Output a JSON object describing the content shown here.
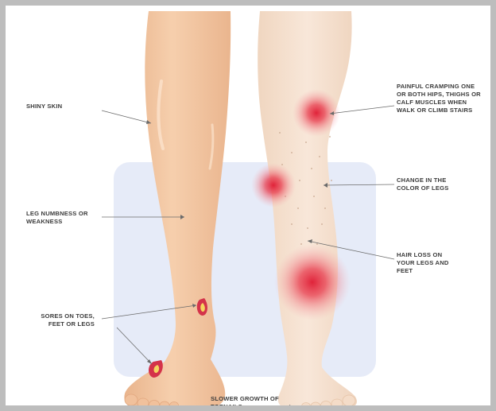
{
  "colors": {
    "frame": "#bdbdbd",
    "background_panel": "#e6ebf8",
    "healthy_leg": "#f3c9a4",
    "affected_leg": "#f6e3d2",
    "pain_spot": "#e0233a",
    "label_text": "#3b3b3b"
  },
  "labels": {
    "shiny_skin": "SHINY SKIN",
    "leg_numbness": "LEG NUMBNESS OR WEAKNESS",
    "sores": "SORES ON TOES, FEET OR LEGS",
    "painful_cramping": "PAINFUL CRAMPING ONE OR BOTH HIPS, THIGHS OR CALF MUSCLES WHEN WALK OR CLIMB STAIRS",
    "color_change": "CHANGE IN THE COLOR OF LEGS",
    "hair_loss": "HAIR LOSS ON YOUR LEGS AND FEET",
    "slower_growth": "SLOWER GROWTH OF TOENAILS"
  },
  "icons": {
    "pain_marker": "red-glow-dot-icon",
    "sore_marker": "sore-wound-icon",
    "hair_marker": "hair-dot-icon"
  }
}
